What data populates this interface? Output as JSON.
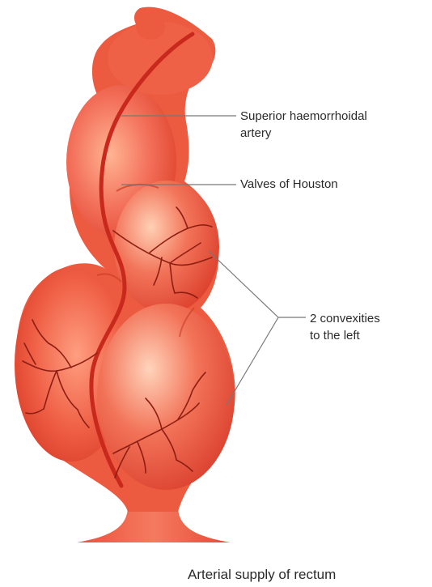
{
  "labels": {
    "artery_line1": "Superior haemorrhoidal",
    "artery_line2": "artery",
    "valves": "Valves of Houston",
    "convex_line1": "2 convexities",
    "convex_line2": "to the left"
  },
  "caption": "Arterial supply of rectum",
  "colors": {
    "rectum_base": "#ee5a3f",
    "rectum_highlight": "#ffc2a3",
    "rectum_shadow": "#d63b26",
    "artery": "#c8291c",
    "artery_branch": "#8e1e14",
    "leader_line": "#777777"
  }
}
